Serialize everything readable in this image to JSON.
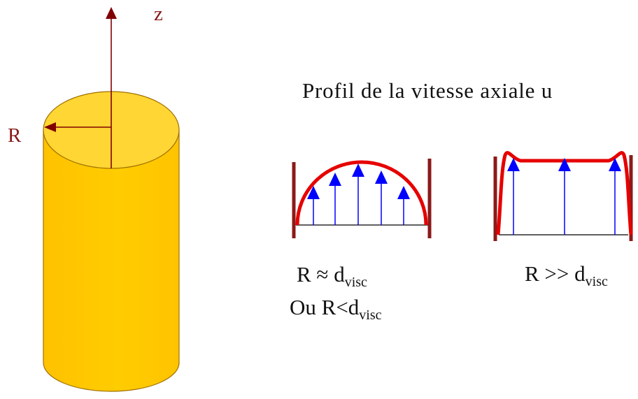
{
  "title": "Profil de la vitesse axiale u",
  "axis_labels": {
    "z": "z",
    "r": "R"
  },
  "left_profile": {
    "caption_line1": "R ≈ d",
    "caption_line1_sub": "visc",
    "caption_line2": "Ou R<d",
    "caption_line2_sub": "visc"
  },
  "right_profile": {
    "caption": "R >> d",
    "caption_sub": "visc"
  },
  "colors": {
    "cylinder_fill": "#ffcc00",
    "cylinder_top": "#ffd633",
    "axis": "#800000",
    "profile_curve": "#e60000",
    "velocity_arrow": "#0000ff",
    "wall": "#8b1a1a"
  }
}
